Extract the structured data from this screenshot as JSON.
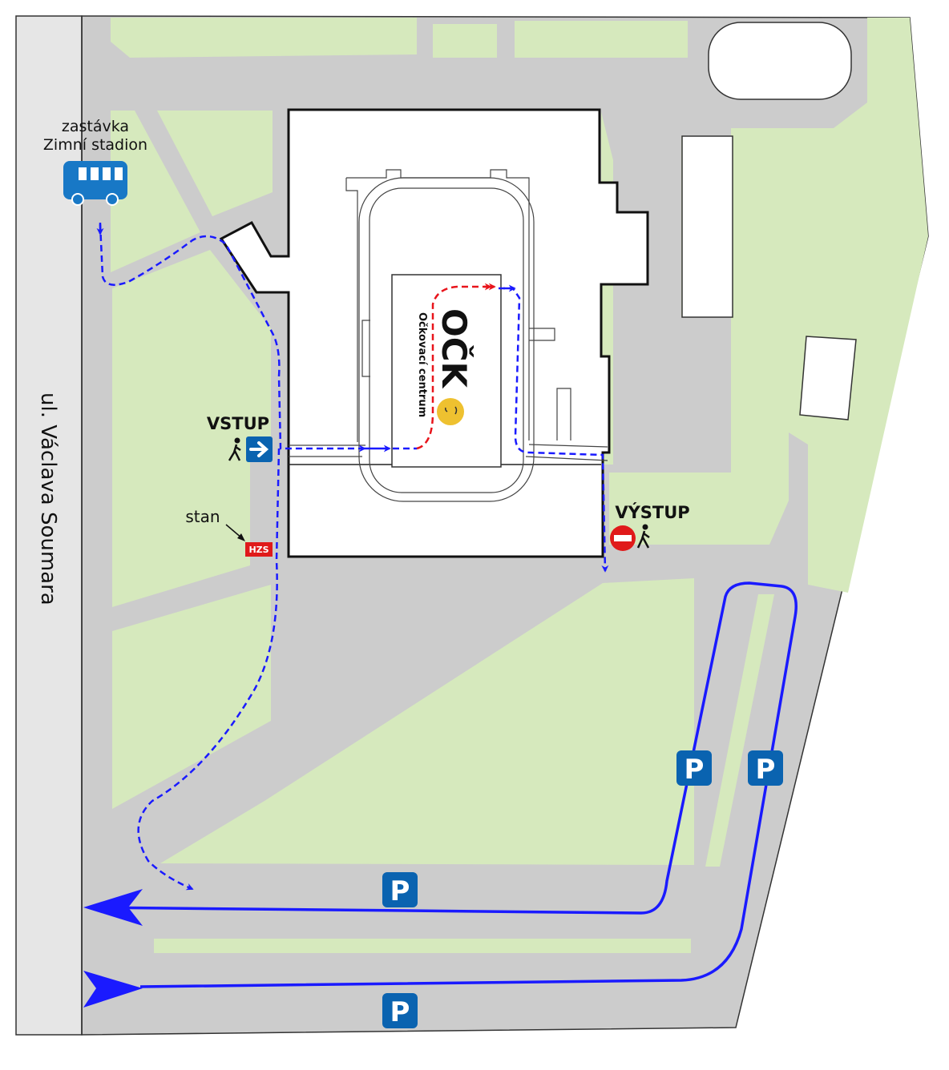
{
  "street": {
    "name": "ul. Václava Soumara"
  },
  "bus_stop": {
    "line1": "zastávka",
    "line2": "Zimní stadion",
    "icon": "bus-icon"
  },
  "entrance": {
    "label": "VSTUP",
    "icon": "walk-right-arrow-icon"
  },
  "exit": {
    "label": "VÝSTUP",
    "icon": "no-entry-walk-icon"
  },
  "tent": {
    "label": "stan",
    "badge": "HZS"
  },
  "vaccination_center": {
    "logo_text": "OČK",
    "subtitle": "Očkovací centrum"
  },
  "parking": {
    "symbol": "P"
  },
  "colors": {
    "grass": "#d6e9bd",
    "road": "#cccccc",
    "street": "#e6e6e6",
    "route_blue": "#1a1aff",
    "route_red": "#e8141b",
    "parking_sign": "#0a63b0",
    "bus_sign": "#1878c6",
    "hzs": "#e01a1a",
    "smiley": "#eec130"
  }
}
